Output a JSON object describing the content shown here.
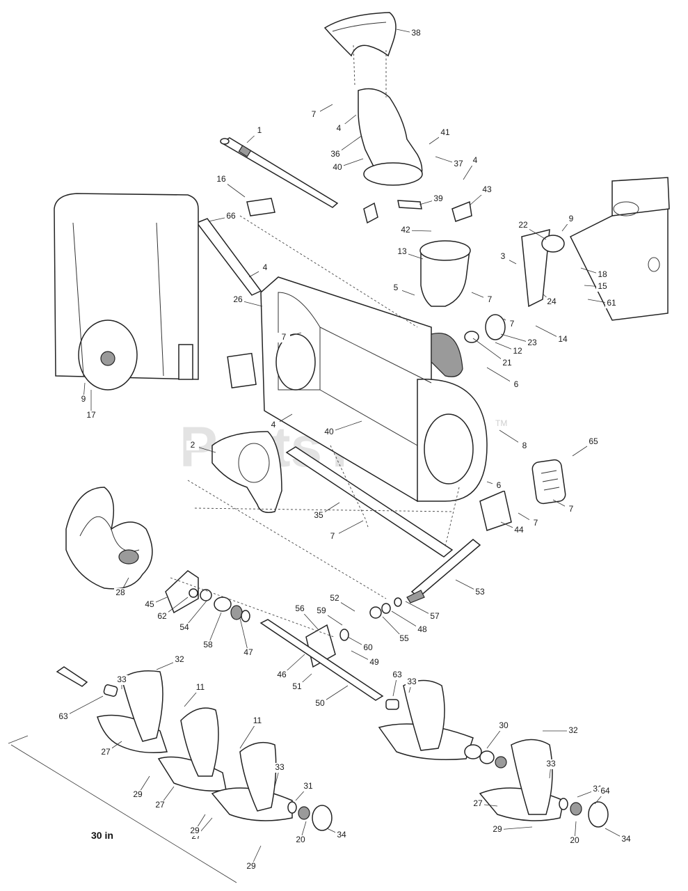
{
  "watermark": {
    "text": "PartsTree",
    "trademark": "TM"
  },
  "scale_note": "30 in",
  "callouts": [
    {
      "id": "c38",
      "label": "38"
    },
    {
      "id": "c7a",
      "label": "7"
    },
    {
      "id": "c4a",
      "label": "4"
    },
    {
      "id": "c1",
      "label": "1"
    },
    {
      "id": "c41",
      "label": "41"
    },
    {
      "id": "c36",
      "label": "36"
    },
    {
      "id": "c37",
      "label": "37"
    },
    {
      "id": "c40a",
      "label": "40"
    },
    {
      "id": "c4b",
      "label": "4"
    },
    {
      "id": "c16",
      "label": "16"
    },
    {
      "id": "c43",
      "label": "43"
    },
    {
      "id": "c39",
      "label": "39"
    },
    {
      "id": "c66",
      "label": "66"
    },
    {
      "id": "c42",
      "label": "42"
    },
    {
      "id": "c9a",
      "label": "9"
    },
    {
      "id": "c22",
      "label": "22"
    },
    {
      "id": "c13",
      "label": "13"
    },
    {
      "id": "c3",
      "label": "3"
    },
    {
      "id": "c18",
      "label": "18"
    },
    {
      "id": "c4c",
      "label": "4"
    },
    {
      "id": "c15",
      "label": "15"
    },
    {
      "id": "c5",
      "label": "5"
    },
    {
      "id": "c26",
      "label": "26"
    },
    {
      "id": "c7b",
      "label": "7"
    },
    {
      "id": "c24",
      "label": "24"
    },
    {
      "id": "c61",
      "label": "61"
    },
    {
      "id": "c7c",
      "label": "7"
    },
    {
      "id": "c7d",
      "label": "7"
    },
    {
      "id": "c23",
      "label": "23"
    },
    {
      "id": "c12",
      "label": "12"
    },
    {
      "id": "c14",
      "label": "14"
    },
    {
      "id": "c21",
      "label": "21"
    },
    {
      "id": "c6a",
      "label": "6"
    },
    {
      "id": "c9b",
      "label": "9"
    },
    {
      "id": "c17",
      "label": "17"
    },
    {
      "id": "c4d",
      "label": "4"
    },
    {
      "id": "c40b",
      "label": "40"
    },
    {
      "id": "c8",
      "label": "8"
    },
    {
      "id": "c2",
      "label": "2"
    },
    {
      "id": "c65",
      "label": "65"
    },
    {
      "id": "c6b",
      "label": "6"
    },
    {
      "id": "c7e",
      "label": "7"
    },
    {
      "id": "c35",
      "label": "35"
    },
    {
      "id": "c7f",
      "label": "7"
    },
    {
      "id": "c44",
      "label": "44"
    },
    {
      "id": "c7g",
      "label": "7"
    },
    {
      "id": "c53",
      "label": "53"
    },
    {
      "id": "c28",
      "label": "28"
    },
    {
      "id": "c45",
      "label": "45"
    },
    {
      "id": "c62",
      "label": "62"
    },
    {
      "id": "c52",
      "label": "52"
    },
    {
      "id": "c57",
      "label": "57"
    },
    {
      "id": "c56",
      "label": "56"
    },
    {
      "id": "c59",
      "label": "59"
    },
    {
      "id": "c48",
      "label": "48"
    },
    {
      "id": "c54",
      "label": "54"
    },
    {
      "id": "c55",
      "label": "55"
    },
    {
      "id": "c58",
      "label": "58"
    },
    {
      "id": "c47",
      "label": "47"
    },
    {
      "id": "c60",
      "label": "60"
    },
    {
      "id": "c49",
      "label": "49"
    },
    {
      "id": "c32a",
      "label": "32"
    },
    {
      "id": "c46",
      "label": "46"
    },
    {
      "id": "c33a",
      "label": "33"
    },
    {
      "id": "c63a",
      "label": "63"
    },
    {
      "id": "c33b",
      "label": "33"
    },
    {
      "id": "c51",
      "label": "51"
    },
    {
      "id": "c11a",
      "label": "11"
    },
    {
      "id": "c50",
      "label": "50"
    },
    {
      "id": "c63b",
      "label": "63"
    },
    {
      "id": "c11b",
      "label": "11"
    },
    {
      "id": "c30",
      "label": "30"
    },
    {
      "id": "c32b",
      "label": "32"
    },
    {
      "id": "c27a",
      "label": "27"
    },
    {
      "id": "c33c",
      "label": "33"
    },
    {
      "id": "c29a",
      "label": "29"
    },
    {
      "id": "c33d",
      "label": "33"
    },
    {
      "id": "c31a",
      "label": "31"
    },
    {
      "id": "c27b",
      "label": "27"
    },
    {
      "id": "c31b",
      "label": "31"
    },
    {
      "id": "c64",
      "label": "64"
    },
    {
      "id": "c27c",
      "label": "27"
    },
    {
      "id": "c29b",
      "label": "29"
    },
    {
      "id": "c27d",
      "label": "27"
    },
    {
      "id": "c29c",
      "label": "29"
    },
    {
      "id": "c20a",
      "label": "20"
    },
    {
      "id": "c34a",
      "label": "34"
    },
    {
      "id": "c20b",
      "label": "20"
    },
    {
      "id": "c34b",
      "label": "34"
    },
    {
      "id": "c29d",
      "label": "29"
    }
  ]
}
